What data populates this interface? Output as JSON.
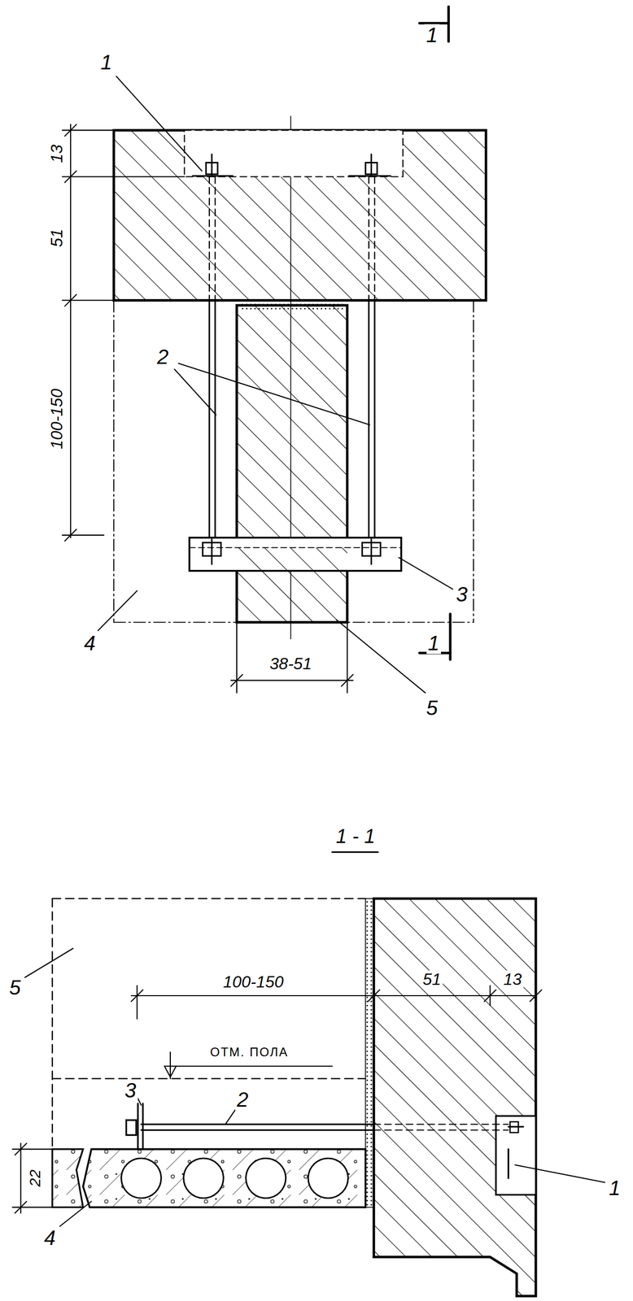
{
  "diagram": {
    "title": "1 - 1",
    "labels": [
      "1",
      "1",
      "13",
      "51",
      "2",
      "100-150",
      "4",
      "3",
      "1",
      "38-51",
      "5",
      "5",
      "100-150",
      "51",
      "13",
      "ОТМ. ПОЛА",
      "3",
      "2",
      "22",
      "1",
      "4"
    ]
  }
}
